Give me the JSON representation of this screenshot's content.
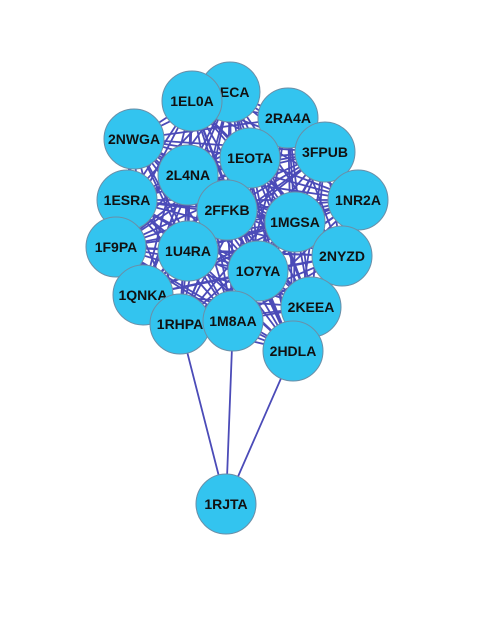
{
  "graph": {
    "nodes": [
      {
        "id": "XECA",
        "label": "XECA"
      },
      {
        "id": "1EL0A",
        "label": "1EL0A"
      },
      {
        "id": "2RA4A",
        "label": "2RA4A"
      },
      {
        "id": "2NWGA",
        "label": "2NWGA"
      },
      {
        "id": "3FPUB",
        "label": "3FPUB"
      },
      {
        "id": "1EOTA",
        "label": "1EOTA"
      },
      {
        "id": "2L4NA",
        "label": "2L4NA"
      },
      {
        "id": "1NR2A",
        "label": "1NR2A"
      },
      {
        "id": "1ESRA",
        "label": "1ESRA"
      },
      {
        "id": "2FFKB",
        "label": "2FFKB"
      },
      {
        "id": "1MGSA",
        "label": "1MGSA"
      },
      {
        "id": "1F9PA",
        "label": "1F9PA"
      },
      {
        "id": "1U4RA",
        "label": "1U4RA"
      },
      {
        "id": "2NYZD",
        "label": "2NYZD"
      },
      {
        "id": "1O7YA",
        "label": "1O7YA"
      },
      {
        "id": "1QNKA",
        "label": "1QNKA"
      },
      {
        "id": "2KEEA",
        "label": "2KEEA"
      },
      {
        "id": "1RHPA",
        "label": "1RHPA"
      },
      {
        "id": "1M8AA",
        "label": "1M8AA"
      },
      {
        "id": "2HDLA",
        "label": "2HDLA"
      },
      {
        "id": "1RJTA",
        "label": "1RJTA"
      }
    ],
    "cluster": [
      "XECA",
      "1EL0A",
      "2RA4A",
      "2NWGA",
      "3FPUB",
      "1EOTA",
      "2L4NA",
      "1NR2A",
      "1ESRA",
      "2FFKB",
      "1MGSA",
      "1F9PA",
      "1U4RA",
      "2NYZD",
      "1O7YA",
      "1QNKA",
      "2KEEA",
      "1RHPA",
      "1M8AA",
      "2HDLA"
    ],
    "extra_edges": [
      [
        "1RJTA",
        "1RHPA"
      ],
      [
        "1RJTA",
        "1M8AA"
      ],
      [
        "1RJTA",
        "2HDLA"
      ]
    ],
    "colors": {
      "node_fill": "#33c4ef",
      "edge": "#4b4bb8",
      "label": "#111111"
    }
  }
}
